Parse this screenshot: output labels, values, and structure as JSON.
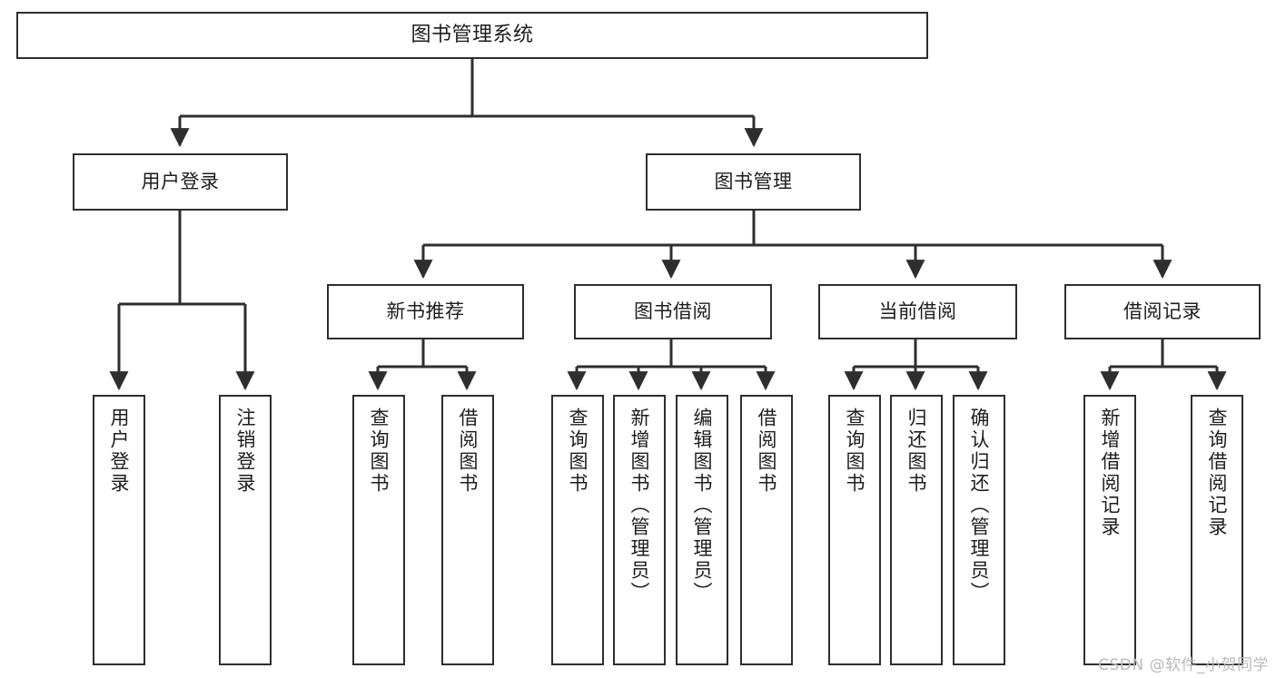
{
  "diagram": {
    "title": "图书管理系统",
    "type": "tree",
    "stroke_color": "#2e2e2e",
    "fill_color": "#ffffff",
    "text_color": "#1d1d1d",
    "watermark": "CSDN @软件_小贺同学"
  },
  "nodes": {
    "root": {
      "label": "图书管理系统"
    },
    "level2": [
      {
        "label": "用户登录"
      },
      {
        "label": "图书管理"
      }
    ],
    "level3": [
      {
        "label": "新书推荐"
      },
      {
        "label": "图书借阅"
      },
      {
        "label": "当前借阅"
      },
      {
        "label": "借阅记录"
      }
    ],
    "leaves": {
      "user_login": [
        {
          "label": "用户登录"
        },
        {
          "label": "注销登录"
        }
      ],
      "new_book": [
        {
          "label": "查询图书"
        },
        {
          "label": "借阅图书"
        }
      ],
      "book_borrow": [
        {
          "label": "查询图书"
        },
        {
          "label": "新增图书（管理员）"
        },
        {
          "label": "编辑图书（管理员）"
        },
        {
          "label": "借阅图书"
        }
      ],
      "current_borrow": [
        {
          "label": "查询图书"
        },
        {
          "label": "归还图书"
        },
        {
          "label": "确认归还（管理员）"
        }
      ],
      "borrow_record": [
        {
          "label": "新增借阅记录"
        },
        {
          "label": "查询借阅记录"
        }
      ]
    }
  },
  "tree_data": {
    "name": "图书管理系统",
    "children": [
      {
        "name": "用户登录",
        "children": [
          {
            "name": "用户登录"
          },
          {
            "name": "注销登录"
          }
        ]
      },
      {
        "name": "图书管理",
        "children": [
          {
            "name": "新书推荐",
            "children": [
              {
                "name": "查询图书"
              },
              {
                "name": "借阅图书"
              }
            ]
          },
          {
            "name": "图书借阅",
            "children": [
              {
                "name": "查询图书"
              },
              {
                "name": "新增图书（管理员）"
              },
              {
                "name": "编辑图书（管理员）"
              },
              {
                "name": "借阅图书"
              }
            ]
          },
          {
            "name": "当前借阅",
            "children": [
              {
                "name": "查询图书"
              },
              {
                "name": "归还图书"
              },
              {
                "name": "确认归还（管理员）"
              }
            ]
          },
          {
            "name": "借阅记录",
            "children": [
              {
                "name": "新增借阅记录"
              },
              {
                "name": "查询借阅记录"
              }
            ]
          }
        ]
      }
    ]
  }
}
